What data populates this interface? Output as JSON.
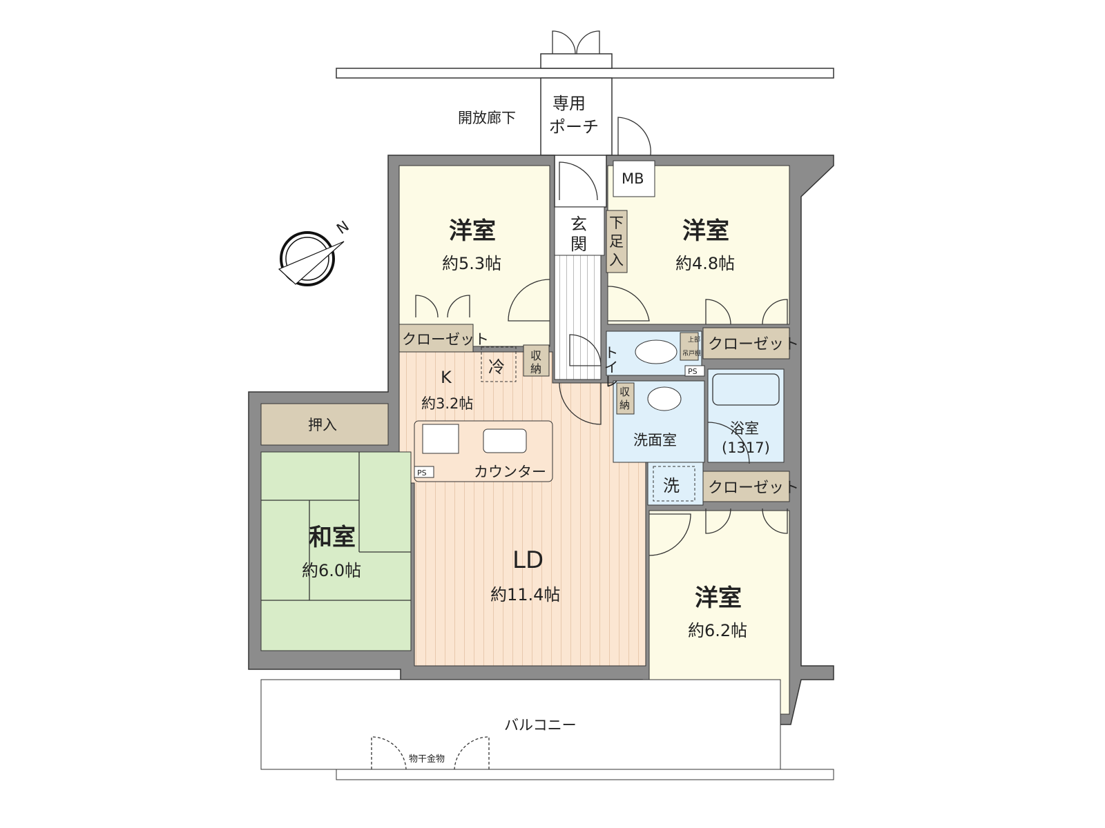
{
  "colors": {
    "wall": "#8c8c8c",
    "western_room": "#fdfbe6",
    "wood_floor": "#fbe6d2",
    "tatami": "#d8ecc8",
    "wet_area": "#dff0fa",
    "storage": "#d9ceb6"
  },
  "compass": {
    "icon": "north-arrow-compass-icon",
    "label": "N"
  },
  "exterior": {
    "corridor": "開放廊下",
    "porch_line1": "専用",
    "porch_line2": "ポーチ",
    "meter_box": "MB",
    "balcony": "バルコニー",
    "drying_hardware": "物干金物"
  },
  "rooms": {
    "western_nw": {
      "name": "洋室",
      "size": "約5.3帖"
    },
    "western_ne": {
      "name": "洋室",
      "size": "約4.8帖"
    },
    "western_se": {
      "name": "洋室",
      "size": "約6.2帖"
    },
    "kitchen": {
      "name": "K",
      "size": "約3.2帖"
    },
    "living": {
      "name": "LD",
      "size": "約11.4帖"
    },
    "japanese": {
      "name": "和室",
      "size": "約6.0帖"
    },
    "entrance_line1": "玄",
    "entrance_line2": "関",
    "toilet": "トイレ",
    "washroom": "洗面室",
    "bath_name": "浴室",
    "bath_size": "(1317)"
  },
  "fixtures": {
    "closet_nw": "クローゼット",
    "closet_ne": "クローゼット",
    "closet_se": "クローゼット",
    "oshiire": "押入",
    "storage_hall_1": "収",
    "storage_hall_2": "納",
    "storage_wash_1": "収",
    "storage_wash_2": "納",
    "shoe_1": "下",
    "shoe_2": "足",
    "shoe_3": "入",
    "fridge": "冷",
    "washer": "洗",
    "counter": "カウンター",
    "ps_kitchen": "PS",
    "ps_bath": "PS",
    "upper_cabinet_1": "上部",
    "upper_cabinet_2": "吊戸棚"
  }
}
